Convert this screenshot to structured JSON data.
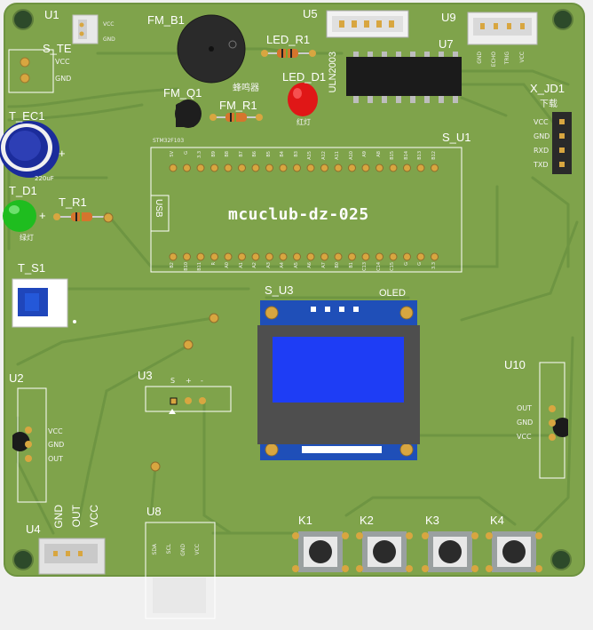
{
  "board": {
    "title": "mcuclub-dz-025",
    "colors": {
      "pcb": "#7fa34b",
      "trace": "#6f9641",
      "silk": "#ffffff",
      "oled_screen": "#1e3df5",
      "oled_pcb": "#1f4fb8",
      "led_red": "#e21a1a",
      "led_green": "#1ec51e",
      "cap": "#1c2b9a"
    }
  },
  "labels": {
    "u1": "U1",
    "fm_b1": "FM_B1",
    "u5": "U5",
    "u9": "U9",
    "s_te": "S_TE",
    "led_r1": "LED_R1",
    "u7": "U7",
    "uln": "ULN2003",
    "t_ec1": "T_EC1",
    "led_d1": "LED_D1",
    "x_jd1": "X_JD1",
    "fm_q1": "FM_Q1",
    "fm_r1": "FM_R1",
    "buzzer_cn": "蜂鸣器",
    "led_red_cn": "红灯",
    "download_cn": "下载",
    "s_u1": "S_U1",
    "t_d1": "T_D1",
    "t_r1": "T_R1",
    "green_cn": "绿灯",
    "cap_value": "220uF",
    "usb": "USB",
    "t_s1": "T_S1",
    "s_u3": "S_U3",
    "oled": "OLED",
    "u2": "U2",
    "u3": "U3",
    "u10": "U10",
    "u4": "U4",
    "u8": "U8",
    "k1": "K1",
    "k2": "K2",
    "k3": "K3",
    "k4": "K4",
    "gnd": "GND",
    "out": "OUT",
    "vcc": "VCC",
    "plus": "+"
  },
  "small": {
    "u1_vcc": "VCC",
    "u1_gnd": "GND",
    "ste_vcc": "VCC",
    "ste_gnd": "GND",
    "u9_pins": [
      "GND",
      "ECHO",
      "TRIG",
      "VCC"
    ],
    "xjd_pins": [
      "VCC",
      "GND",
      "RXD",
      "TXD"
    ],
    "u2_pins": [
      "VCC",
      "GND",
      "OUT"
    ],
    "u3_pins": [
      "S",
      "+",
      "-"
    ],
    "u10_pins": [
      "OUT",
      "GND",
      "VCC"
    ],
    "u8_pins": [
      "SDA",
      "SCL",
      "GND",
      "VCC"
    ],
    "esp_model": "STM32F103",
    "top_pins": [
      "5V",
      "G",
      "3.3",
      "B9",
      "B8",
      "B7",
      "B6",
      "B5",
      "B4",
      "B3",
      "A15",
      "A12",
      "A11",
      "A10",
      "A9",
      "A8",
      "B15",
      "B14",
      "B13",
      "B12"
    ],
    "bottom_pins": [
      "B2",
      "B10",
      "B11",
      "R",
      "A0",
      "A1",
      "A2",
      "A3",
      "A4",
      "A5",
      "A6",
      "A7",
      "B0",
      "B1",
      "C13",
      "C14",
      "C15",
      "G",
      "G",
      "3.3"
    ]
  }
}
